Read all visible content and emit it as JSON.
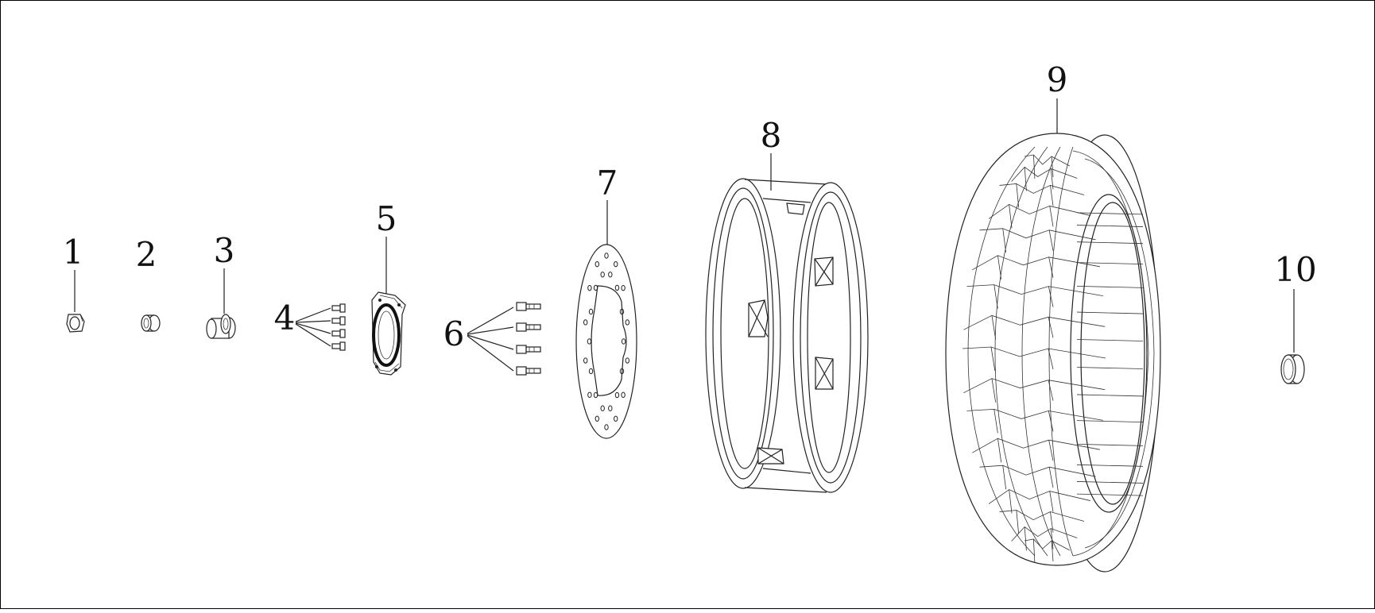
{
  "diagram": {
    "callouts": [
      {
        "id": "1",
        "label": "1",
        "part": "nut-icon"
      },
      {
        "id": "2",
        "label": "2",
        "part": "washer-icon"
      },
      {
        "id": "3",
        "label": "3",
        "part": "flanged-collar-icon"
      },
      {
        "id": "4",
        "label": "4",
        "part": "small-bolts-icon",
        "count": 4
      },
      {
        "id": "5",
        "label": "5",
        "part": "sprocket-hub-icon"
      },
      {
        "id": "6",
        "label": "6",
        "part": "disc-bolts-icon",
        "count": 4
      },
      {
        "id": "7",
        "label": "7",
        "part": "brake-disc-icon"
      },
      {
        "id": "8",
        "label": "8",
        "part": "wheel-rim-icon"
      },
      {
        "id": "9",
        "label": "9",
        "part": "tire-icon"
      },
      {
        "id": "10",
        "label": "10",
        "part": "spacer-icon"
      }
    ],
    "colors": {
      "line": "#222222",
      "border": "#000000",
      "background": "#ffffff"
    }
  }
}
